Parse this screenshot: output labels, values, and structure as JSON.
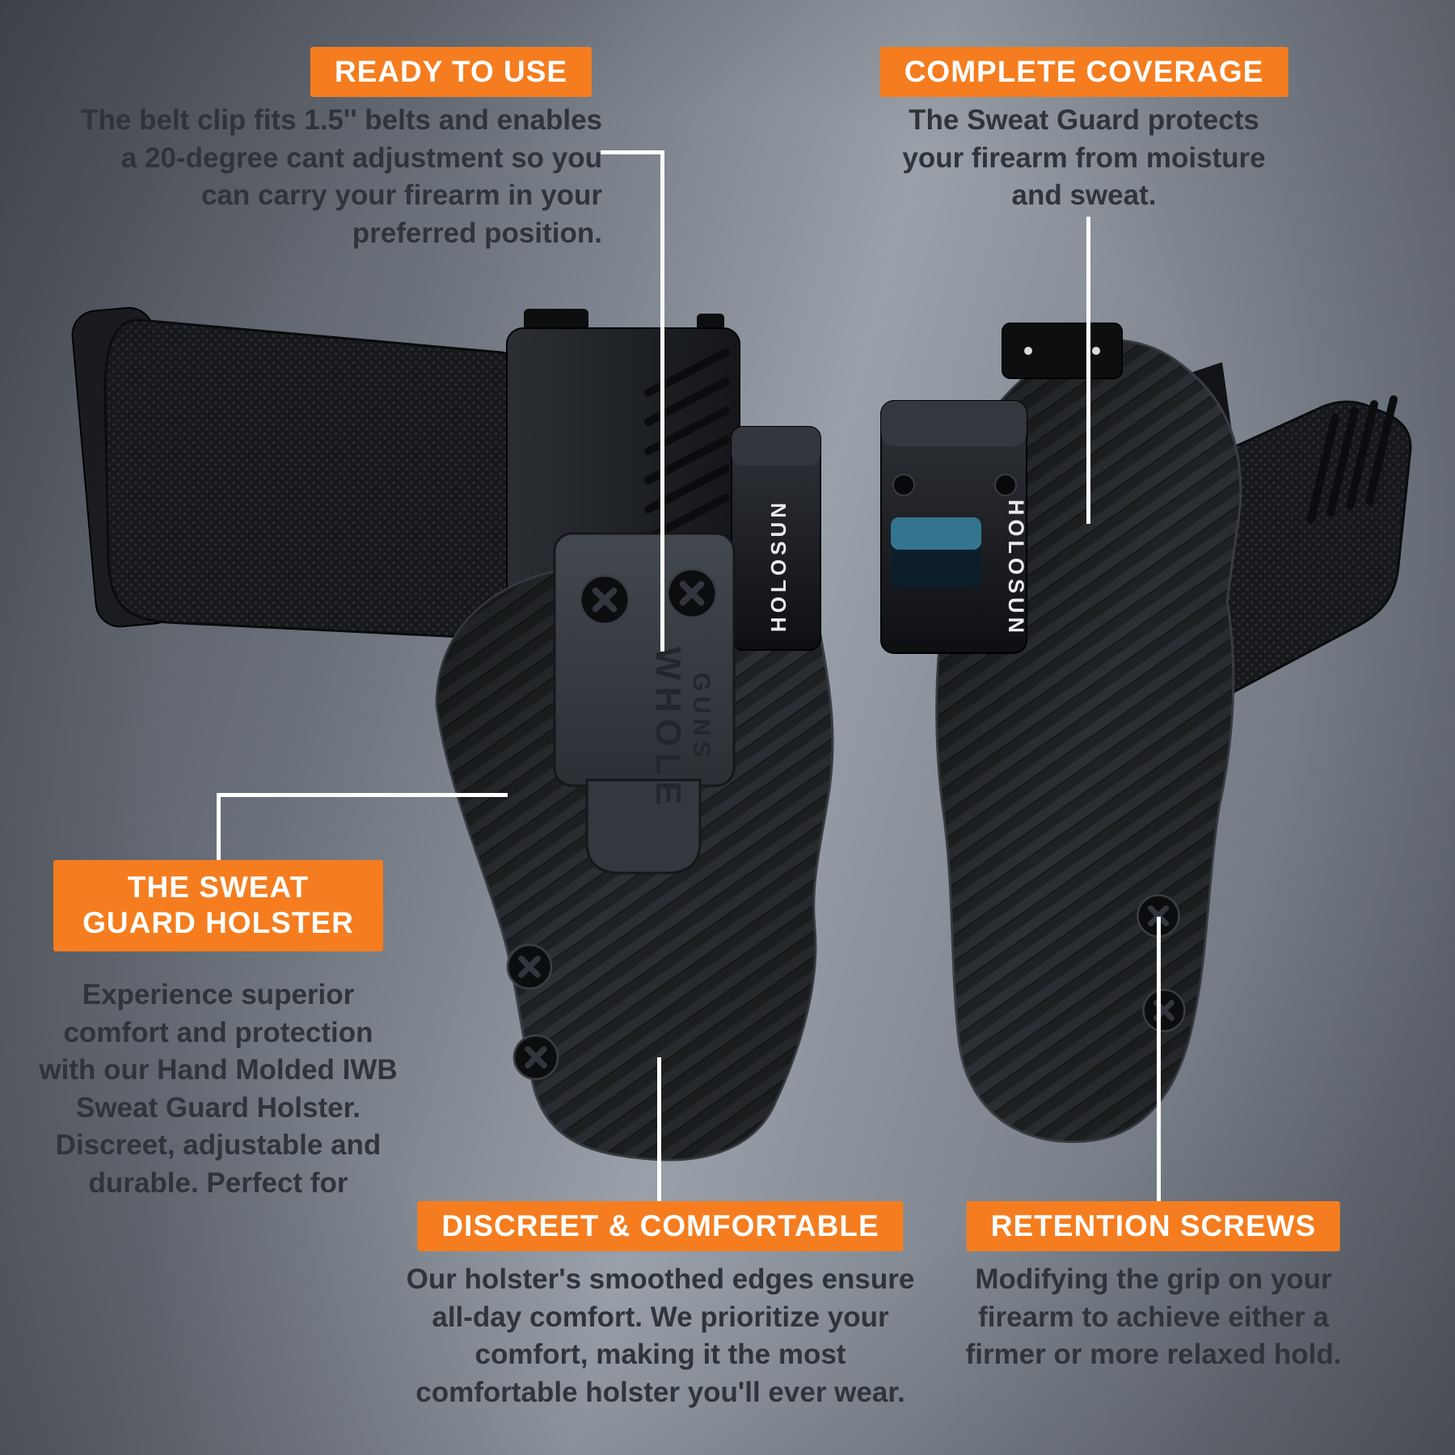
{
  "callouts": [
    {
      "id": "ready-to-use",
      "title": "READY TO USE",
      "body": "The belt clip fits 1.5'' belts and enables a 20-degree cant adjustment so you can carry your firearm in your preferred position."
    },
    {
      "id": "complete-coverage",
      "title": "COMPLETE COVERAGE",
      "body": "The Sweat Guard protects your firearm from moisture and sweat."
    },
    {
      "id": "the-sweat-guard-holster",
      "title": "THE SWEAT GUARD HOLSTER",
      "body": "Experience superior comfort and protection with our Hand Molded IWB Sweat Guard Holster. Discreet, adjustable and durable. Perfect for"
    },
    {
      "id": "discreet-comfortable",
      "title": "DISCREET & COMFORTABLE",
      "body": "Our holster's smoothed edges ensure all-day comfort. We prioritize your comfort, making it the most comfortable holster you'll ever wear."
    },
    {
      "id": "retention-screws",
      "title": "RETENTION SCREWS",
      "body": "Modifying the grip on your firearm to achieve either a firmer or more relaxed hold."
    }
  ],
  "product": {
    "optic_brand": "HOLOSUN",
    "clip_brand_top": "WHOLE",
    "clip_brand_bottom": "GUNS"
  },
  "colors": {
    "accent_orange": "#f57d1f",
    "banner_text": "#ffffff",
    "body_text": "#2e343a",
    "callout_line": "#ffffff"
  }
}
